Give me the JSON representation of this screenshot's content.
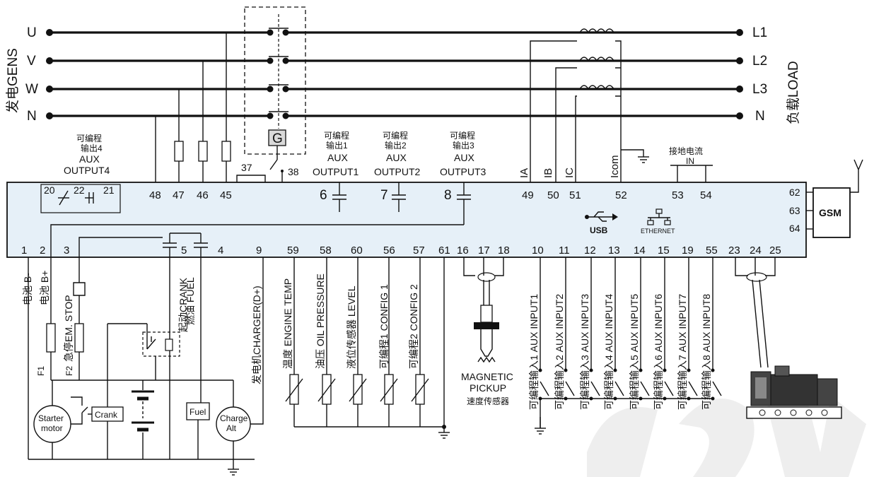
{
  "phases": {
    "gens": [
      "U",
      "V",
      "W",
      "N"
    ],
    "load": [
      "L1",
      "L2",
      "L3",
      "N"
    ],
    "gens_label": "发电GENS",
    "load_label": "负载LOAD"
  },
  "breaker": {
    "g_label": "G",
    "term37": "37",
    "term38": "38"
  },
  "outputs": {
    "out4": {
      "cn": "可编程",
      "cn2": "输出4",
      "aux": "AUX",
      "name": "OUTPUT4",
      "t1": "20",
      "t2": "22",
      "t3": "21"
    },
    "out1": {
      "cn": "可编程",
      "cn2": "输出1",
      "aux": "AUX",
      "name": "OUTPUT1",
      "term": "6"
    },
    "out2": {
      "cn": "可编程",
      "cn2": "输出2",
      "aux": "AUX",
      "name": "OUTPUT2",
      "term": "7"
    },
    "out3": {
      "cn": "可编程",
      "cn2": "输出3",
      "aux": "AUX",
      "name": "OUTPUT3",
      "term": "8"
    }
  },
  "top_terms": {
    "t48": "48",
    "t47": "47",
    "t46": "46",
    "t45": "45",
    "t49": "49",
    "t50": "50",
    "t51": "51",
    "t52": "52",
    "t53": "53",
    "t54": "54"
  },
  "ct": {
    "ia": "IA",
    "ib": "IB",
    "ic": "IC",
    "icom": "Icom",
    "earth_cn": "接地电流",
    "earth_in": "IN"
  },
  "right_terms": {
    "t62": "62",
    "t63": "63",
    "t64": "64",
    "gsm": "GSM"
  },
  "comm": {
    "usb": "USB",
    "eth": "ETHERNET"
  },
  "bottom_terms": [
    "1",
    "2",
    "3",
    "5",
    "4",
    "9",
    "59",
    "58",
    "60",
    "56",
    "57",
    "61",
    "16",
    "17",
    "18",
    "10",
    "11",
    "12",
    "13",
    "14",
    "15",
    "19",
    "55",
    "23",
    "24",
    "25"
  ],
  "bottom_labels": {
    "b_minus": "电池 B-",
    "b_plus": "电池 B+",
    "emstop": "急停EM. STOP",
    "crank": "起动CRANK",
    "fuel": "燃油  FUEL",
    "charger": "发电机CHARGER(D+)",
    "temp": "温度 ENGINE TEMP",
    "oil": "油压 OIL PRESSURE",
    "level": "液位传感器  LEVEL",
    "cfg1": "可编程1 CONFIG 1",
    "cfg2": "可编程2 CONFIG 2",
    "inputs": [
      "可编程输入1 AUX INPUT1",
      "可编程输入2 AUX INPUT2",
      "可编程输入3 AUX INPUT3",
      "可编程输入4 AUX INPUT4",
      "可编程输入5 AUX INPUT5",
      "可编程输入6 AUX INPUT6",
      "可编程输入7 AUX INPUT7",
      "可编程输入8 AUX INPUT8"
    ]
  },
  "components": {
    "f1": "F1",
    "f2": "F2",
    "starter1": "Starter",
    "starter2": "motor",
    "crank": "Crank",
    "fuel": "Fuel",
    "charge1": "Charge",
    "charge2": "Alt",
    "mag1": "MAGNETIC",
    "mag2": "PICKUP",
    "mag3": "速度传感器"
  }
}
